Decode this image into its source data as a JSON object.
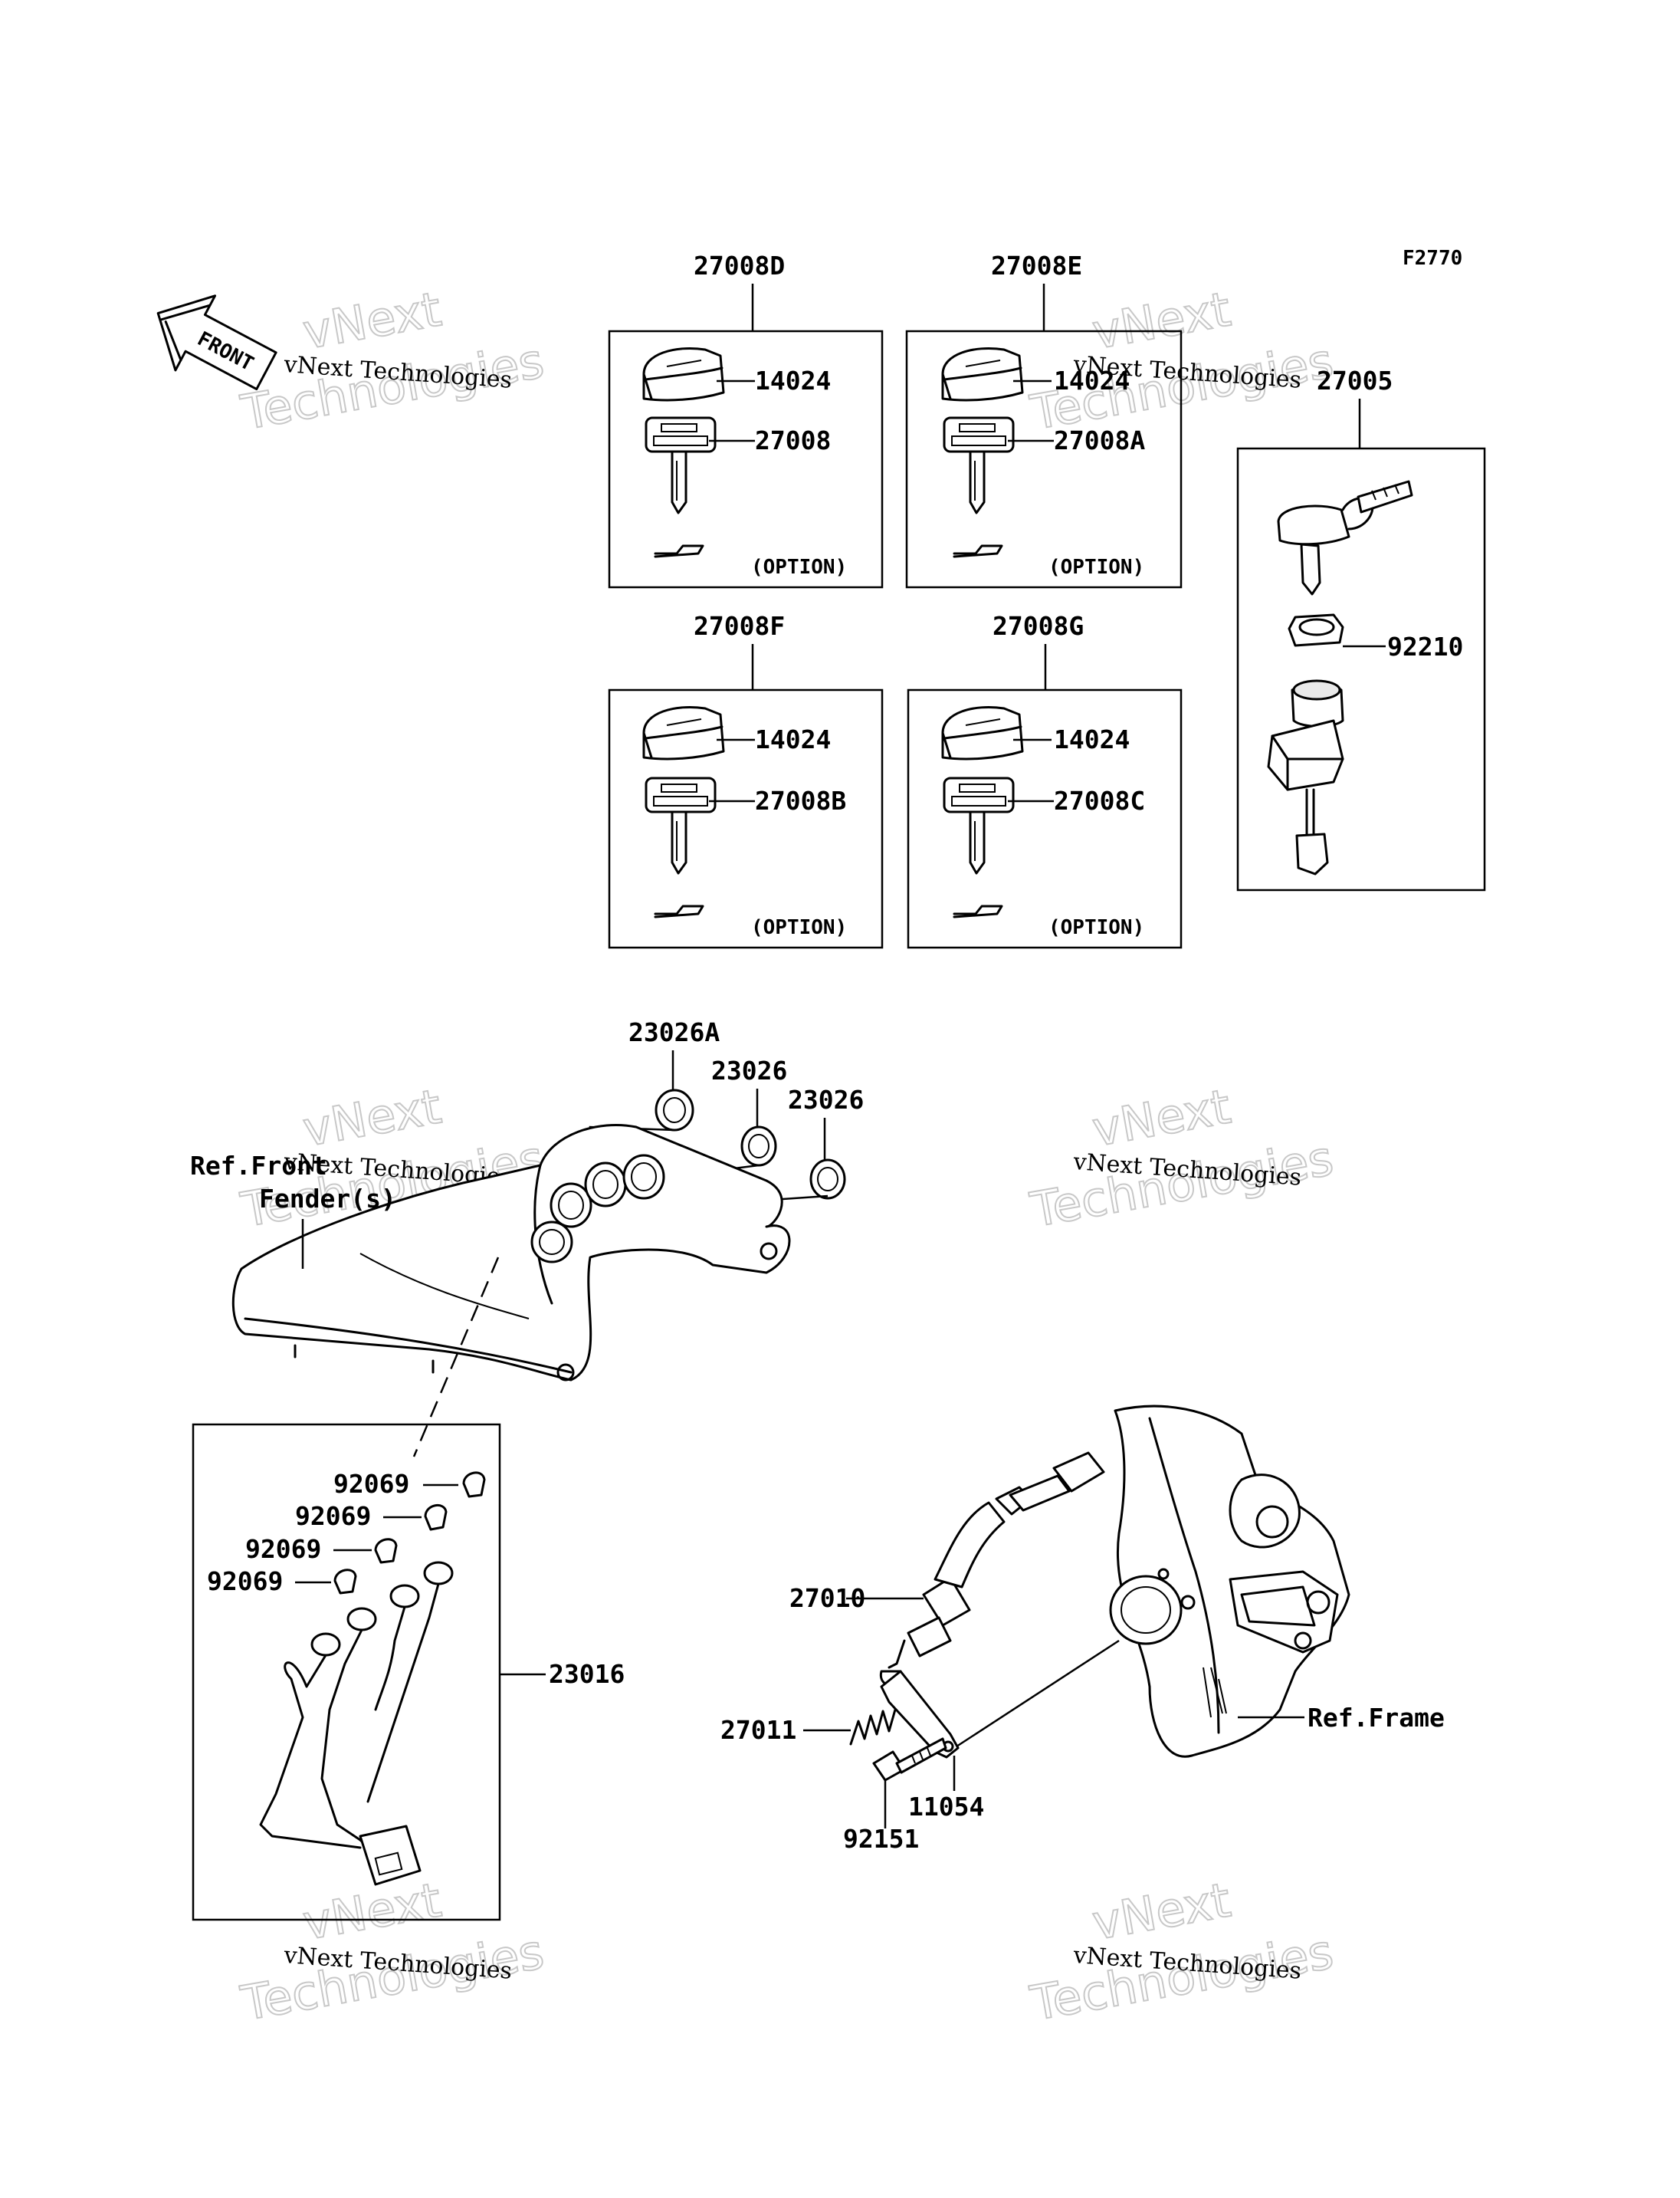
{
  "figure": {
    "code": "F2770",
    "front_arrow": "FRONT",
    "option_label": "(OPTION)"
  },
  "key_sets": [
    {
      "id": "27008D",
      "top_part": "14024",
      "key_part": "27008"
    },
    {
      "id": "27008E",
      "top_part": "14024",
      "key_part": "27008A"
    },
    {
      "id": "27008F",
      "top_part": "14024",
      "key_part": "27008B"
    },
    {
      "id": "27008G",
      "top_part": "14024",
      "key_part": "27008C"
    }
  ],
  "ignition_set": {
    "id": "27005",
    "nut_part": "92210"
  },
  "cover_parts": {
    "grommets": [
      "23026A",
      "23026",
      "23026"
    ],
    "ref_front": "Ref.Front",
    "ref_fender": "Fender(s)"
  },
  "harness": {
    "id": "23016",
    "bulbs": [
      "92069",
      "92069",
      "92069",
      "92069"
    ]
  },
  "switch_parts": {
    "switch": "27010",
    "spring": "27011",
    "bracket": "11054",
    "bolt": "92151",
    "ref_frame": "Ref.Frame"
  },
  "watermark": {
    "company": "vNext Technologies",
    "line1": "vNext",
    "line2": "Technologies"
  }
}
